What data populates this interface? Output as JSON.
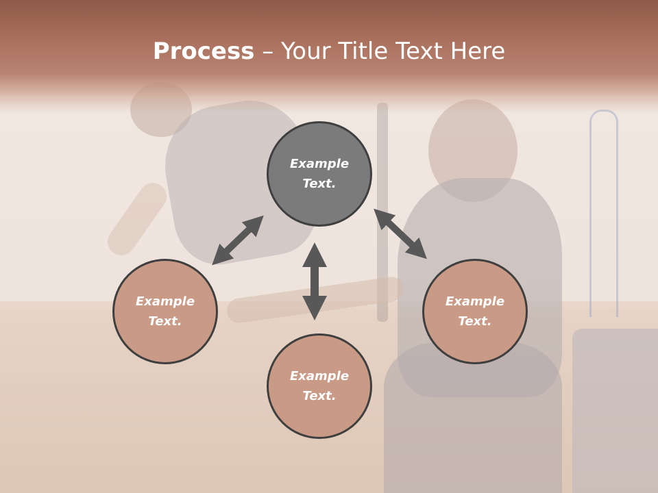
{
  "slide": {
    "title_bold": "Process",
    "title_rest": " – Your Title Text Here"
  },
  "diagram": {
    "center": {
      "line1": "Example",
      "line2": "Text."
    },
    "left": {
      "line1": "Example",
      "line2": "Text."
    },
    "bottom": {
      "line1": "Example",
      "line2": "Text."
    },
    "right": {
      "line1": "Example",
      "line2": "Text."
    }
  },
  "colors": {
    "header": "#a9705d",
    "center_circle": "#7b7b7b",
    "outer_circle": "#c99a86",
    "arrow": "#585858",
    "circle_border": "#3f3f3f"
  }
}
